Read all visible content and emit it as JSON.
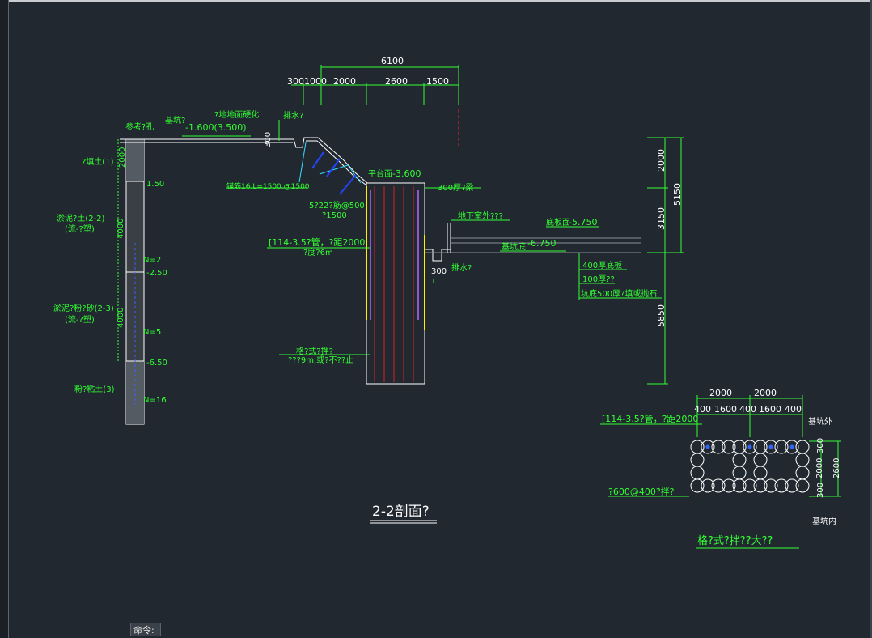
{
  "command_prompt": "命令:",
  "section_title": "2-2剖面?",
  "detail_title": "格?式?拌??大??",
  "dims_top": {
    "total": "6100",
    "a": "300",
    "b": "1000",
    "c": "2000",
    "d": "2600",
    "e": "1500"
  },
  "dims_right": {
    "a": "2000",
    "b": "5150",
    "c": "3150",
    "d": "5850"
  },
  "dims_detail": {
    "a": "2000",
    "b": "2000",
    "c": "400",
    "d": "1600",
    "e": "400",
    "f": "1600",
    "g": "400",
    "v1": "300",
    "v2": "2000",
    "v3": "300",
    "v_total": "2600"
  },
  "labels": {
    "ref_hole": "参考?孔",
    "pit_top": "基坑?",
    "surface_hard": "?地地面硬化",
    "drain_top": "排水?",
    "elev_top": "-1.600(3.500)",
    "dim_300_a": "300",
    "soil_1": "?填土(1)",
    "soil_1_dim": "2000",
    "elev_150": "1.50",
    "soil_2": "淤泥?土(2-2)",
    "soil_2_sub": "(流-?塑)",
    "soil_2_dim": "4000",
    "n2": "N=2",
    "elev_250": "-2.50",
    "soil_3": "淤泥?粉?砂(2-3)",
    "soil_3_sub": "(流-?塑)",
    "soil_3_dim": "4000",
    "n5": "N=5",
    "elev_650": "-6.50",
    "soil_4": "粉?粘土(3)",
    "n16": "N=16",
    "anchor": "锚筋16,L=1500,@1500",
    "steel_mesh": "5?22?筋@500",
    "steel_mesh2": "?1500",
    "platform": "平台面",
    "platform_elev": "-3.600",
    "crown_beam": "300厚?梁",
    "steel_pipe": "[114-3.5?管，?距2000",
    "pipe_len": "?度?6m",
    "basement_ext": "地下室外???",
    "floor_bottom": "底板面",
    "floor_elev": "-5.750",
    "pit_bottom": "基坑底",
    "pit_bottom_elev": "-6.750",
    "drain_bottom": "排水?",
    "dim_300_b": "300",
    "slab_400": "400厚底板",
    "layer_100": "100厚??",
    "layer_500": "坑底500厚?填或抛石",
    "pile_note": "格?式?拌?",
    "pile_note2": "???9m,或?不??止",
    "detail_pipe": "[114-3.5?管，?距2000",
    "detail_pile": "?600@400?拌?",
    "pit_outside": "基坑外",
    "pit_inside": "基坑内"
  }
}
